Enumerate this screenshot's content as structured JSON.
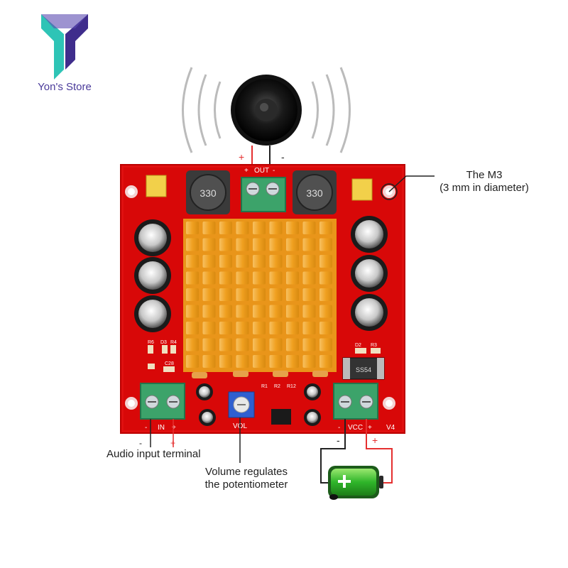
{
  "brand": {
    "name": "Yon's Store",
    "colors": {
      "teal": "#2ec4b6",
      "purple": "#3f2d8c"
    }
  },
  "board": {
    "out_label": "OUT",
    "in_label": "IN",
    "vol_label": "VOL",
    "vcc_label": "VCC",
    "v4_label": "V4",
    "inductor_text": "330",
    "ic_text": "SS54",
    "components": [
      "R6",
      "D3",
      "R4",
      "C28",
      "R1",
      "R2",
      "R12",
      "D2",
      "R3"
    ],
    "pcb_color": "#e01010",
    "heatsink_color": "#f0a020"
  },
  "polarity": {
    "speaker_plus": "+",
    "speaker_minus": "-",
    "in_minus": "-",
    "in_plus": "+",
    "vcc_minus": "-",
    "vcc_plus": "+",
    "wire_minus": "-",
    "wire_plus": "+"
  },
  "callouts": {
    "m3_line1": "The M3",
    "m3_line2": "(3 mm in diameter)",
    "audio_input": "Audio input terminal",
    "volume_line1": "Volume regulates",
    "volume_line2": "the potentiometer"
  },
  "icons": [
    "speaker-icon",
    "battery-icon",
    "store-logo-icon"
  ]
}
